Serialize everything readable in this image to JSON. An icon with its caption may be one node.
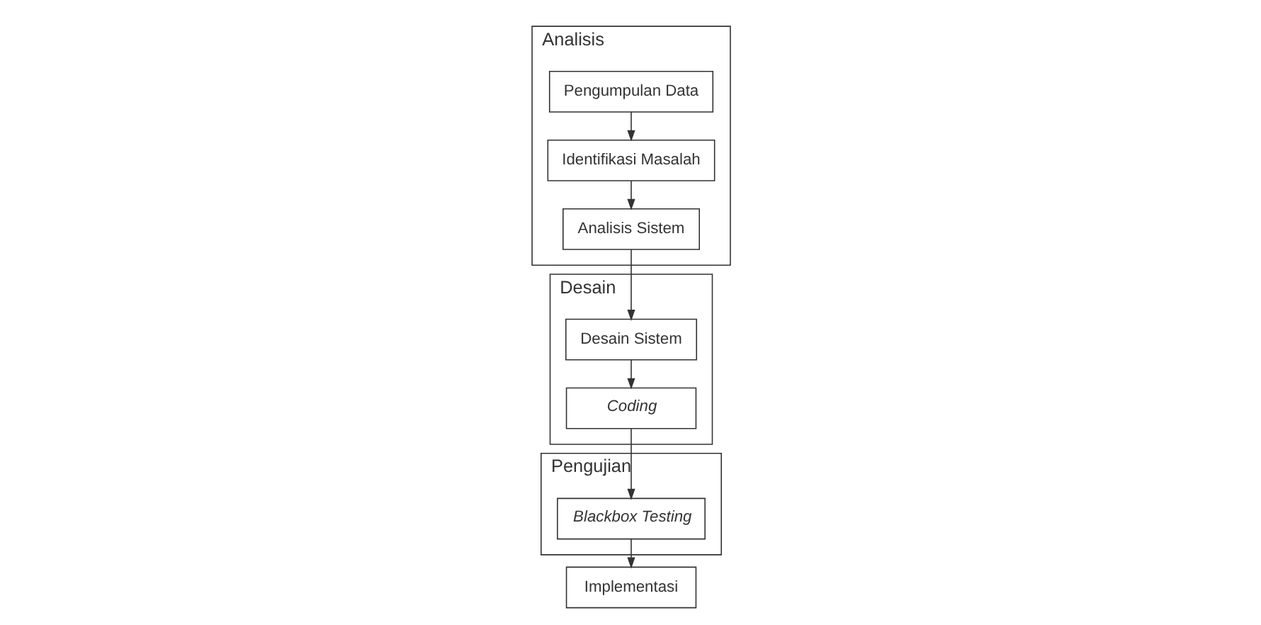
{
  "diagram": {
    "nodes": [
      {
        "text": [
          "Analisis"
        ]
      },
      {
        "text": [
          "Pengumpulan Data"
        ],
        "in": 0
      },
      {
        "text": [
          "Identifikasi Masalah"
        ],
        "in": 0
      },
      {
        "text": [
          "Analisis Sistem"
        ],
        "in": 0
      },
      {
        "text": [
          "Desain"
        ]
      },
      {
        "text": [
          "Desain Sistem"
        ],
        "in": 4
      },
      {
        "text": [
          "Coding"
        ],
        "in": 4
      },
      {
        "text": [
          "Pengujian"
        ]
      },
      {
        "text": [
          "Blackbox Testing"
        ],
        "in": 7
      },
      {
        "text": [
          "Implementasi"
        ]
      }
    ],
    "edges": [
      {
        "from": 1,
        "to": 2,
        "arrow": "to"
      },
      {
        "from": 2,
        "to": 3,
        "arrow": "to"
      },
      {
        "from": 3,
        "to": 5,
        "arrow": "to"
      },
      {
        "from": 5,
        "to": 6,
        "arrow": "to"
      },
      {
        "from": 6,
        "to": 8,
        "arrow": "to"
      },
      {
        "from": 8,
        "to": 9,
        "arrow": "to"
      }
    ]
  }
}
